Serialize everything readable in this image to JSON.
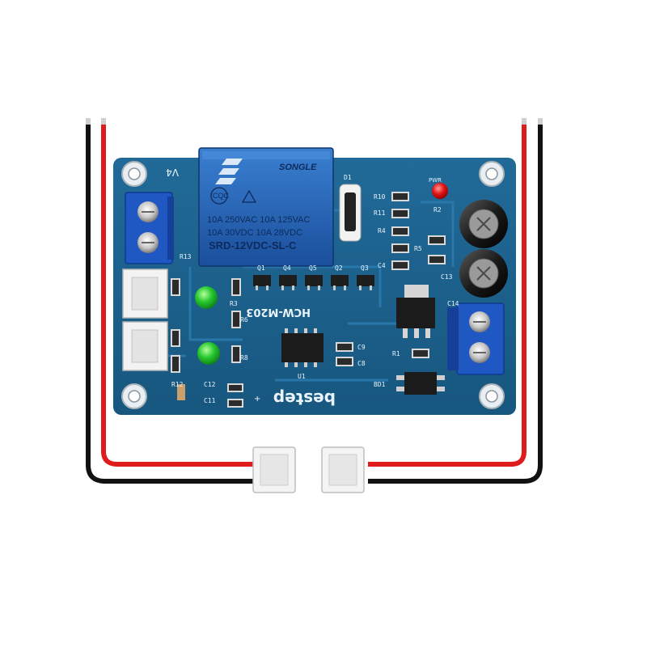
{
  "relay": {
    "brand": "SONGLE",
    "rating_line1": "10A 250VAC  10A 125VAC",
    "rating_line2": "10A  30VDC  10A  28VDC",
    "model": "SRD-12VDC-SL-C",
    "cqc": "CQC"
  },
  "board": {
    "version": "V4",
    "model": "HCW-M203",
    "brand": "bestep",
    "indicator_label": "PWR"
  },
  "components": {
    "D1": "D1",
    "R10": "R10",
    "R11": "R11",
    "R4": "R4",
    "R5": "R5",
    "C4": "C4",
    "C13": "C13",
    "C14": "C14",
    "R2": "R2",
    "Q1": "Q1",
    "Q4": "Q4",
    "Q5": "Q5",
    "Q2": "Q2",
    "Q3": "Q3",
    "R3": "R3",
    "R6": "R6",
    "R8": "R8",
    "U1": "U1",
    "C9": "C9",
    "C8": "C8",
    "R1": "R1",
    "BD1": "BD1",
    "C12": "C12",
    "C11": "C11",
    "R13": "R13",
    "R12": "R12"
  },
  "colors": {
    "pcb": "#1b5f8c",
    "relay": "#1e5fb0",
    "terminal": "#1f57c3",
    "wire_red": "#e01b1b",
    "wire_black": "#111111",
    "led_green": "#1fc02a",
    "led_red": "#e01010"
  }
}
